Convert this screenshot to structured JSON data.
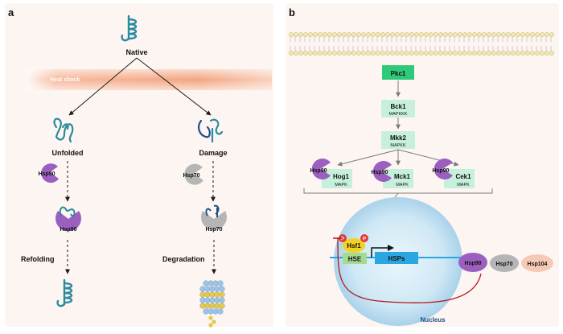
{
  "panel_a": {
    "label": "a",
    "native": "Native",
    "heat_shock": "Heat shock",
    "unfolded": "Unfolded",
    "damage": "Damage",
    "hsp90": "Hsp90",
    "hsp90_bound": "Hsp90",
    "hsp70": "Hsp70",
    "hsp70_bound": "Hsp70",
    "refolding": "Refolding",
    "degradation": "Degradation"
  },
  "panel_b": {
    "label": "b",
    "pkc1": "Pkc1",
    "bck1": "Bck1",
    "bck1_sub": "MAPKKK",
    "mkk2": "Mkk2",
    "mkk2_sub": "MAPKK",
    "hsp90_a": "Hsp90",
    "hog1": "Hog1",
    "hog1_sub": "MAPK",
    "hsp90_b": "Hsp90",
    "mck1": "Mck1",
    "mck1_sub": "MAPK",
    "hsp90_c": "Hsp90",
    "cek1": "Cek1",
    "cek1_sub": "MAPK",
    "phospho_1": "P",
    "phospho_2": "P",
    "hsf1": "Hsf1",
    "hse": "HSE",
    "hsps": "HSPs",
    "hsp90_free": "Hsp90",
    "hsp70_free": "Hsp70",
    "hsp104": "Hsp104",
    "nucleus": "Nucleus"
  },
  "colors": {
    "panel_bg": "#fdf5f2",
    "protein": "#2a8a9e",
    "hsp90": "#9b5fc0",
    "hsp70": "#b5b5b5",
    "hsp104": "#f6c9b5",
    "kinase_dark": "#2fc97a",
    "kinase_light": "#c7f0dc",
    "heat": "#f08a5a",
    "phospho": "#e53935",
    "hsf1": "#f2d323",
    "hse": "#a6d991",
    "hsps": "#2aa7e0",
    "nucleus": "#d3ecf8",
    "feedback_arrow": "#b3181e"
  }
}
